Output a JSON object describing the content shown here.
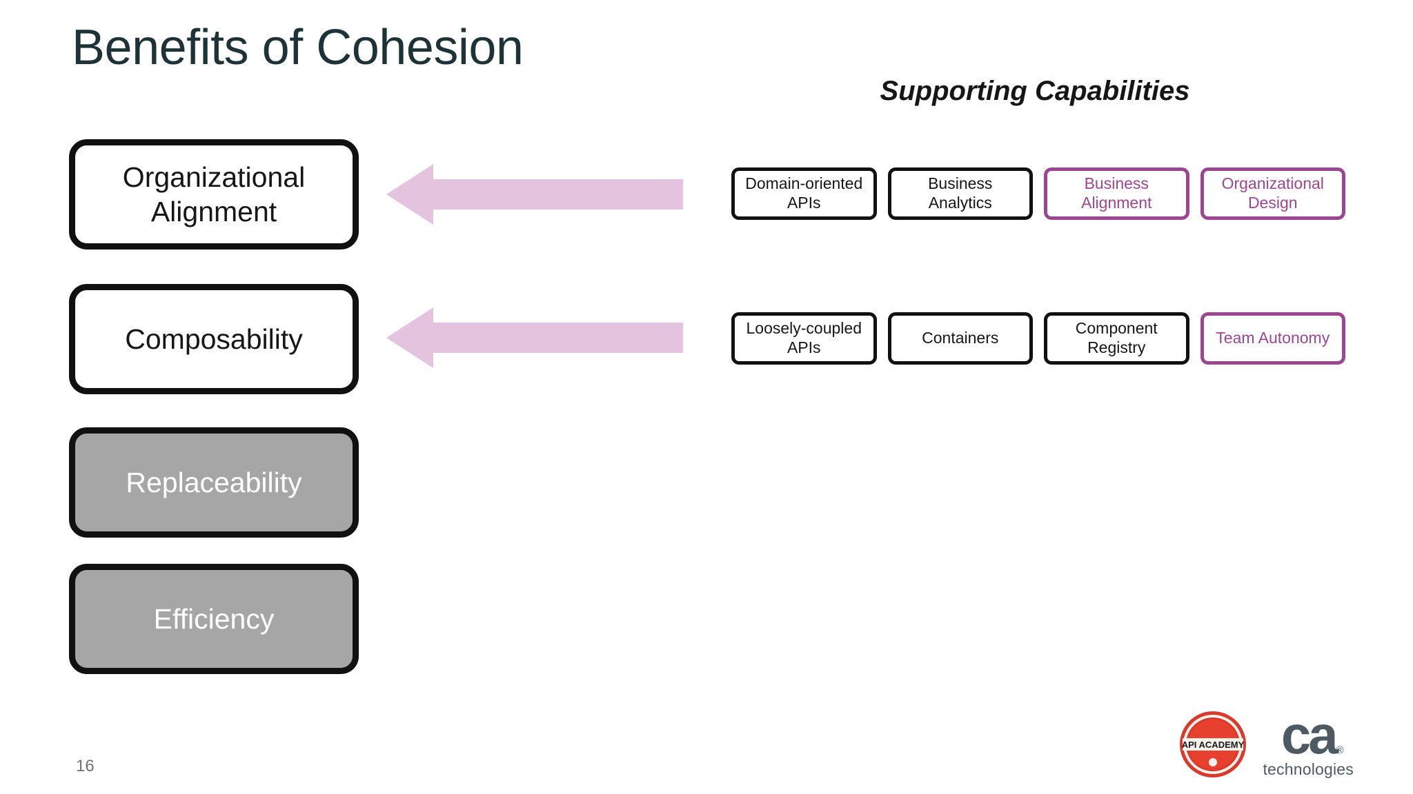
{
  "slide": {
    "title": "Benefits of Cohesion",
    "page_number": "16",
    "title_color": "#1e3338",
    "accent_color": "#9c4591",
    "arrow_color": "#e4c3df",
    "filled_box_color": "#a6a6a6"
  },
  "benefits": {
    "heading": "",
    "items": [
      {
        "label": "Organizational Alignment",
        "style": "outline"
      },
      {
        "label": "Composability",
        "style": "outline"
      },
      {
        "label": "Replaceability",
        "style": "filled"
      },
      {
        "label": "Efficiency",
        "style": "filled"
      }
    ]
  },
  "capabilities": {
    "heading": "Supporting Capabilities",
    "rows": [
      {
        "for_benefit": "Organizational Alignment",
        "items": [
          {
            "label": "Domain-oriented APIs",
            "style": "default"
          },
          {
            "label": "Business Analytics",
            "style": "default"
          },
          {
            "label": "Business Alignment",
            "style": "accent"
          },
          {
            "label": "Organizational Design",
            "style": "accent"
          }
        ]
      },
      {
        "for_benefit": "Composability",
        "items": [
          {
            "label": "Loosely-coupled APIs",
            "style": "default"
          },
          {
            "label": "Containers",
            "style": "default"
          },
          {
            "label": "Component Registry",
            "style": "default"
          },
          {
            "label": "Team Autonomy",
            "style": "accent"
          }
        ]
      }
    ]
  },
  "footer": {
    "api_academy_text": "API ACADEMY",
    "ca_mark": "ca",
    "ca_registered": "®",
    "ca_sub": "technologies"
  }
}
